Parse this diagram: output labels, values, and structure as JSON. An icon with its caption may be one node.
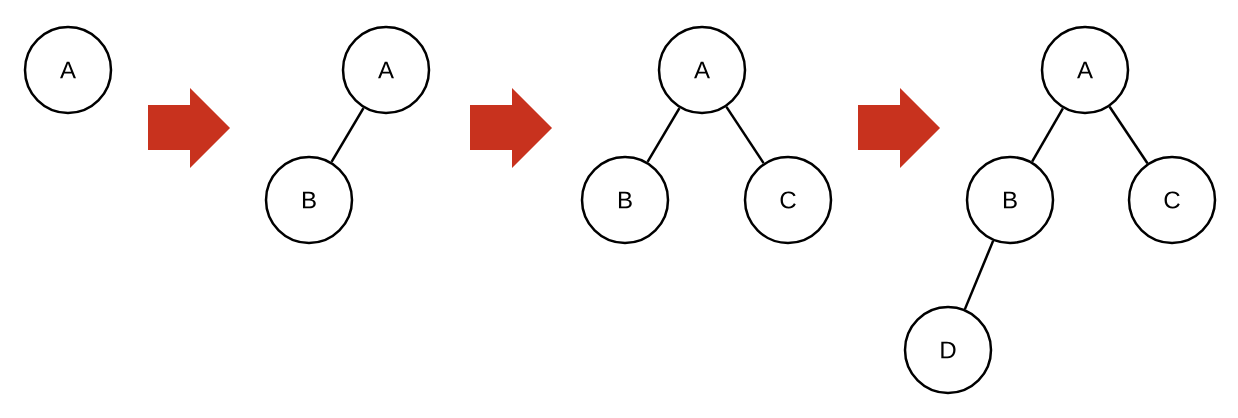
{
  "diagram": {
    "nodes": [
      {
        "text": [
          "A"
        ]
      },
      {
        "text": [
          "A"
        ]
      },
      {
        "text": [
          "B"
        ]
      },
      {
        "text": [
          "A"
        ]
      },
      {
        "text": [
          "B"
        ]
      },
      {
        "text": [
          "C"
        ]
      },
      {
        "text": [
          "A"
        ]
      },
      {
        "text": [
          "B"
        ]
      },
      {
        "text": [
          "C"
        ]
      },
      {
        "text": [
          "D"
        ]
      }
    ],
    "edges": [
      {
        "from": 1,
        "to": 2,
        "arrow": "none"
      },
      {
        "from": 3,
        "to": 4,
        "arrow": "none"
      },
      {
        "from": 3,
        "to": 5,
        "arrow": "none"
      },
      {
        "from": 6,
        "to": 7,
        "arrow": "none"
      },
      {
        "from": 6,
        "to": 8,
        "arrow": "none"
      },
      {
        "from": 7,
        "to": 9,
        "arrow": "none"
      }
    ]
  }
}
